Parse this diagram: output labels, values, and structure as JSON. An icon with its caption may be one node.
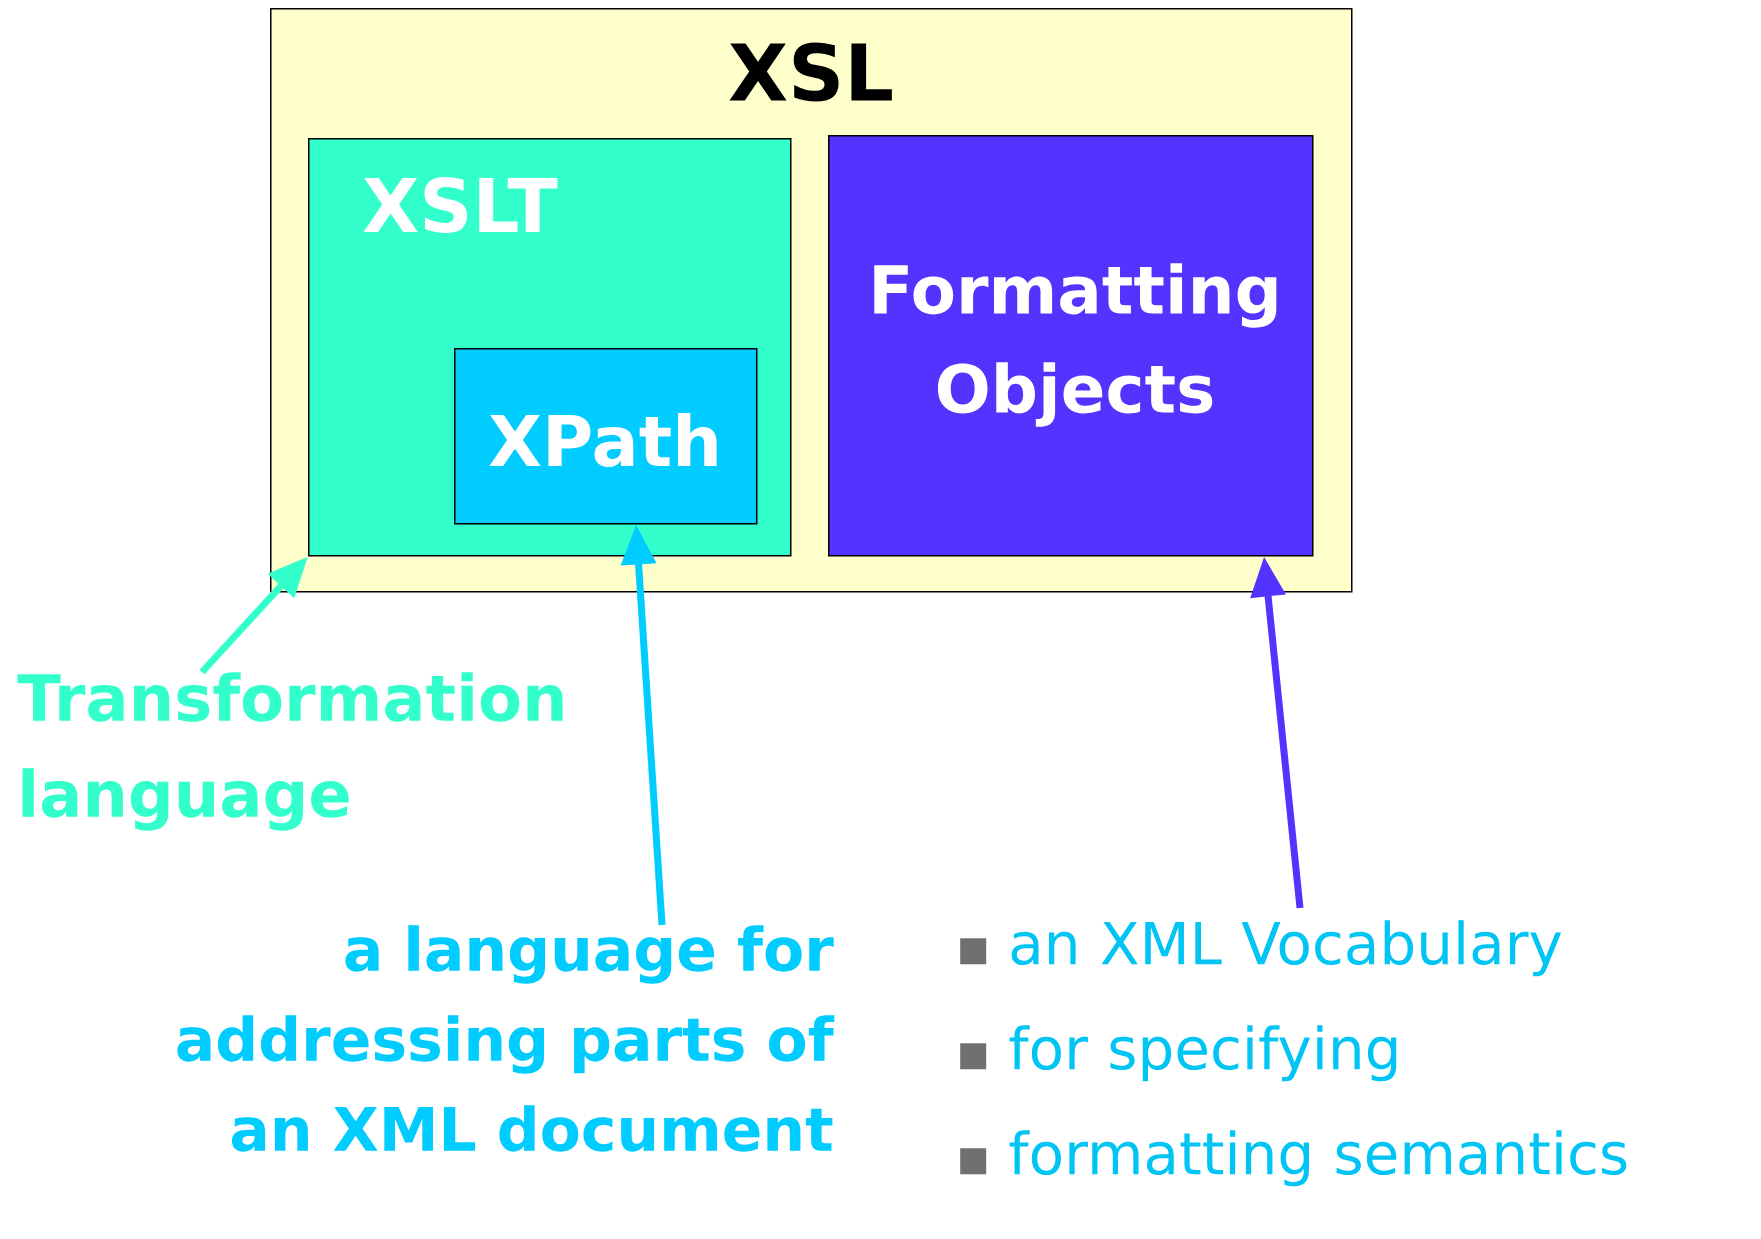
{
  "diagram": {
    "nodes": [
      {
        "text": [
          "XSL"
        ]
      },
      {
        "text": [
          "XSLT"
        ],
        "in": 0
      },
      {
        "text": [
          "XPath"
        ],
        "in": 1
      },
      {
        "text": [
          "Formatting Objects"
        ],
        "in": 0
      },
      {
        "text": [
          "Transformation language"
        ]
      },
      {
        "text": [
          "a language for addressing parts of an XML document"
        ]
      },
      {
        "text": [
          "an XML Vocabulary",
          "for specifying",
          "formatting semantics"
        ]
      }
    ],
    "edges": [
      {
        "from": 4,
        "to": 1,
        "arrow": "to",
        "color": "#33ffcc"
      },
      {
        "from": 5,
        "to": 2,
        "arrow": "to",
        "color": "#00ccff"
      },
      {
        "from": 6,
        "to": 3,
        "arrow": "to",
        "color": "#5533ff"
      }
    ]
  }
}
